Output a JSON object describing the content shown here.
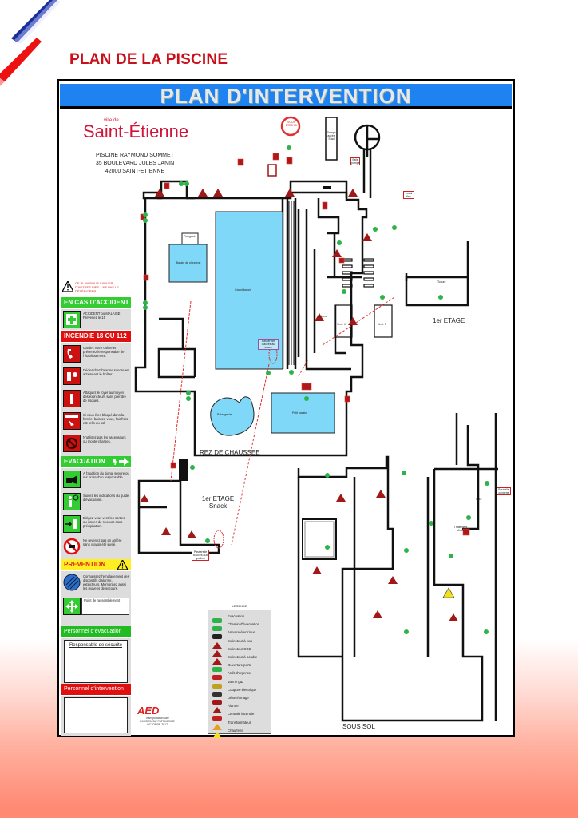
{
  "page": {
    "title": "PLAN DE LA PISCINE"
  },
  "poster": {
    "header": "PLAN D'INTERVENTION",
    "logo": {
      "main": "Saint-Étienne",
      "sup": "ville de"
    },
    "address": [
      "PISCINE RAYMOND SOMMET",
      "35 BOULEVARD JULES JANIN",
      "42000 SAINT-ETIENNE"
    ],
    "sidebar": {
      "warning": "CE PLAN POUR SAUVER D'AUTRES VIES... NE PAS LE DÉTÉRIORER",
      "accident": {
        "title": "EN CAS D'ACCIDENT",
        "items": [
          {
            "icon": "first-aid-icon",
            "text": "ACCIDENT ou MALAISE Prévenez le 15"
          }
        ]
      },
      "fire": {
        "title": "INCENDIE 18 OU 112",
        "items": [
          {
            "icon": "phone-icon",
            "text": "Gardez votre calme et prévenez le responsable de l'établissement."
          },
          {
            "icon": "alarm-icon",
            "text": "Déclenchez l'alarme sonore en actionnant le boîtier."
          },
          {
            "icon": "extinguisher-icon",
            "text": "Attaquez le foyer au moyen des extincteurs sans prendre de risques."
          },
          {
            "icon": "smoke-crawl-icon",
            "text": "Si vous êtes bloqué dans la fumée, baissez-vous, l'air frais est près du sol."
          },
          {
            "icon": "no-elevator-icon",
            "text": "N'utilisez pas les ascenseurs ou monte-charges."
          }
        ]
      },
      "evacuation": {
        "title": "EVACUATION",
        "items": [
          {
            "icon": "signal-icon",
            "text": "A l'audition du signal sonore ou sur ordre d'un responsable."
          },
          {
            "icon": "guide-icon",
            "text": "Suivez les indications du guide d'évacuation."
          },
          {
            "icon": "exit-door-icon",
            "text": "Dirigez-vous vers les sorties ou issues de secours sans précipitation."
          },
          {
            "icon": "no-return-icon",
            "text": "Ne revenez pas en arrière sans y avoir été invité."
          }
        ]
      },
      "prevention": {
        "title": "PREVENTION",
        "items": [
          {
            "icon": "fire-hose-icon",
            "text": "Connaissez l'emplacement des dispositifs d'alarme, extincteurs. Mémorisez aussi les moyens de secours."
          },
          {
            "icon": "assembly-point-icon",
            "text": "Point de rassemblement"
          }
        ]
      },
      "evacuation_staff": {
        "title": "Personnel d'évacuation",
        "box_label": "Responsable de sécurité"
      },
      "intervention_staff": {
        "title": "Personnel d'intervention"
      }
    },
    "aed": {
      "logo": "AED",
      "company": "TransportationSafe",
      "note": [
        "DIVISION DU PATRIMOINE",
        "OCTOBRE 2017"
      ]
    },
    "map": {
      "labels": {
        "vous_etes_ici": "VOUS ETES ICI",
        "rampe": "Rampe accès Stad",
        "salle_pompe": "Salle pompe",
        "local_elec": "Local élec.",
        "pataugeoire_top": "Plongeoir",
        "bassin_plongeon": "Bassin de plongeon",
        "grand_bassin": "Grand bassin",
        "passerelle1": "Passerelle d'accès au snack",
        "pataugeoire": "Pataugeoire",
        "petit_bassin": "Petit bassin",
        "rez_de_chaussee": "REZ DE CHAUSSEE",
        "etage1_top": "1er ETAGE",
        "toiture": "Toiture",
        "vest_h": "Vest. H",
        "vest_f": "Vest. F",
        "tribune": "Tribune",
        "etage1_snack": "1er ETAGE",
        "snack": "Snack",
        "passerelle2": "Passerelle d'accès aux gradins",
        "cour": "Cour",
        "bouteille_oxygene": "Bouteille oxygène",
        "traitement_eau": "Traitement d'eau",
        "sous_sol": "SOUS SOL"
      }
    },
    "legend": {
      "title": "LEGENDE",
      "items": [
        {
          "icon": "evacuation-icon",
          "label": "Evacuation"
        },
        {
          "icon": "evacuation-path-icon",
          "label": "Chemin d'évacuation"
        },
        {
          "icon": "electrical-cabinet-icon",
          "label": "Armoire électrique"
        },
        {
          "icon": "water-extinguisher-icon",
          "label": "Extincteur à eau"
        },
        {
          "icon": "co2-extinguisher-icon",
          "label": "Extincteur CO2"
        },
        {
          "icon": "powder-extinguisher-icon",
          "label": "Extincteur à poudre"
        },
        {
          "icon": "emergency-exit-icon",
          "label": "Ouverture porte"
        },
        {
          "icon": "emergency-stop-icon",
          "label": "Arrêt d'urgence"
        },
        {
          "icon": "gas-valve-icon",
          "label": "Vanne gaz"
        },
        {
          "icon": "power-cut-icon",
          "label": "Coupure électrique"
        },
        {
          "icon": "smoke-vent-icon",
          "label": "Désenfumage"
        },
        {
          "icon": "alarm-icon",
          "label": "Alarme"
        },
        {
          "icon": "fire-control-icon",
          "label": "Centrale incendie"
        },
        {
          "icon": "transformer-icon",
          "label": "Transformateur"
        },
        {
          "icon": "boiler-icon",
          "label": "Chaufferie"
        }
      ]
    }
  }
}
